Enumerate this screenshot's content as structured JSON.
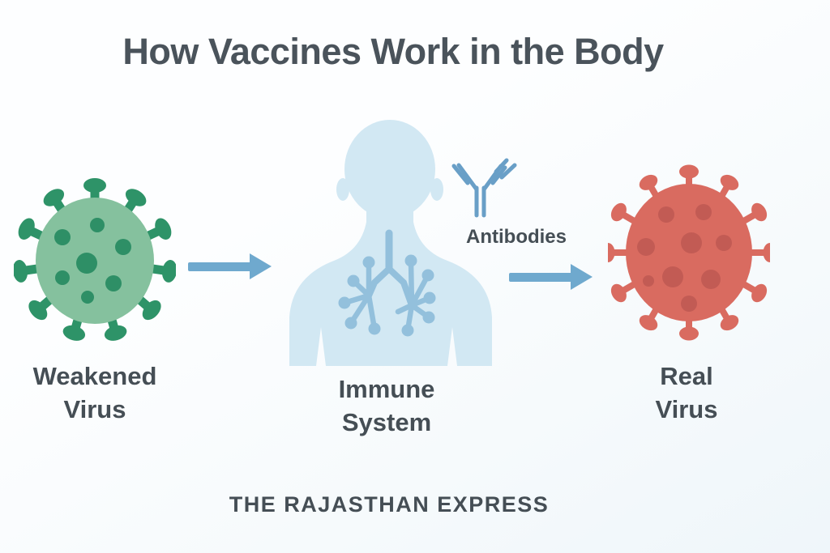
{
  "title": "How Vaccines Work in the Body",
  "footer": "THE RAJASTHAN EXPRESS",
  "diagram": {
    "weakened_virus": {
      "line1": "Weakened",
      "line2": "Virus"
    },
    "immune_system": {
      "line1": "Immune",
      "line2": "System"
    },
    "real_virus": {
      "line1": "Real",
      "line2": "Virus"
    },
    "antibodies": {
      "label": "Antibodies"
    }
  },
  "icons": [
    "green-virus-icon",
    "right-arrow-icon",
    "human-silhouette-lungs-icon",
    "antibody-y-icon",
    "red-virus-icon"
  ],
  "colors": {
    "background_top": "#FDFEFF",
    "background_mid": "#F6FAFC",
    "background_bottom": "#EFF6FA",
    "heading_text": "#4A535B",
    "label_text": "#454E55",
    "arrow": "#6FA9CE",
    "virus_weak_body": "#85C19E",
    "virus_weak_spike": "#2E9368",
    "virus_weak_dot": "#2E8F66",
    "virus_real_body": "#D96B60",
    "virus_real_dot": "#C25B54",
    "silhouette": "#D2E8F3",
    "bronchial": "#93C0DC",
    "antibody": "#699FC7"
  }
}
